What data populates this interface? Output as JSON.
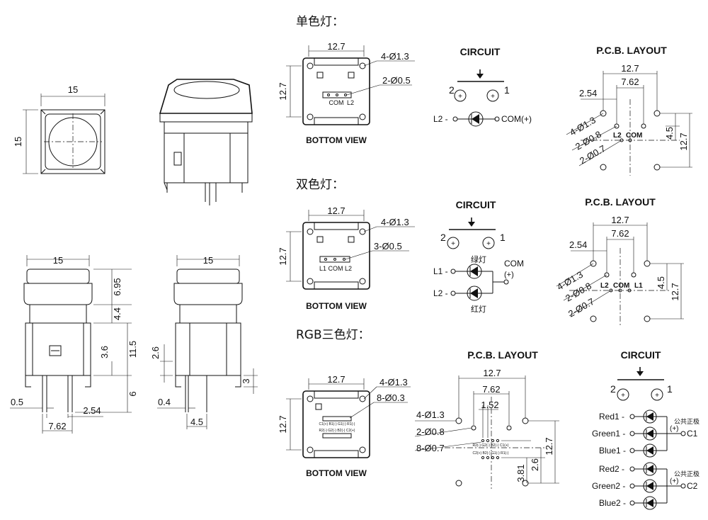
{
  "sections": {
    "single": "单色灯：",
    "dual": "双色灯：",
    "rgb": "RGB三色灯："
  },
  "front_view": {
    "width": "15",
    "height": "15"
  },
  "side_view_left": {
    "width": "15",
    "d1": "6.95",
    "d2": "4.4",
    "d3": "11.5",
    "d4": "3.6",
    "d5": "6",
    "d6": "0.5",
    "d7": "2.54",
    "d8": "7.62"
  },
  "side_view_right": {
    "width": "15",
    "d1": "2.6",
    "d2": "3",
    "d3": "0.4",
    "d4": "4.5"
  },
  "single_bottom": {
    "w": "12.7",
    "h": "12.7",
    "holes": "4-Ø1.3",
    "pins": "2-Ø0.5",
    "pin_labels": [
      "COM",
      "L2"
    ],
    "caption": "BOTTOM VIEW"
  },
  "dual_bottom": {
    "w": "12.7",
    "h": "12.7",
    "holes": "4-Ø1.3",
    "pins": "3-Ø0.5",
    "pin_labels": [
      "L1",
      "COM",
      "L2"
    ],
    "caption": "BOTTOM VIEW"
  },
  "rgb_bottom": {
    "w": "12.7",
    "h": "12.7",
    "holes": "4-Ø1.3",
    "pins": "8-Ø0.3",
    "pin_row1": "C1(+) B1(-) G1(-) R1(-)",
    "pin_row2": "R2(-) G2(-) B2(-) C2(+)",
    "caption": "BOTTOM VIEW"
  },
  "single_circuit": {
    "title": "CIRCUIT",
    "n2": "2",
    "n1": "1",
    "l2": "L2 -",
    "com": "COM(+)"
  },
  "dual_circuit": {
    "title": "CIRCUIT",
    "n2": "2",
    "n1": "1",
    "com": "COM",
    "plus": "(+)",
    "l1": "L1 -",
    "l2": "L2 -",
    "green": "绿灯",
    "red": "红灯"
  },
  "rgb_circuit": {
    "title": "CIRCUIT",
    "n2": "2",
    "n1": "1",
    "leds1": [
      "Red1 -",
      "Green1 -",
      "Blue1 -"
    ],
    "leds2": [
      "Red2 -",
      "Green2 -",
      "Blue2 -"
    ],
    "common": "公共正极",
    "plus": "(+)",
    "c1": "C1",
    "c2": "C2"
  },
  "single_pcb": {
    "title": "P.C.B. LAYOUT",
    "w": "12.7",
    "d1": "2.54",
    "d2": "7.62",
    "h1": "4-Ø1.3",
    "h2": "2-Ø0.8",
    "h3": "2-Ø0.7",
    "labels": [
      "L2",
      "COM"
    ],
    "v1": "4.5",
    "v2": "12.7"
  },
  "dual_pcb": {
    "title": "P.C.B. LAYOUT",
    "w": "12.7",
    "d1": "2.54",
    "d2": "7.62",
    "h1": "4-Ø1.3",
    "h2": "2-Ø0.8",
    "h3": "2-Ø0.7",
    "labels": [
      "L2",
      "COM",
      "L1"
    ],
    "v1": "4.5",
    "v2": "12.7"
  },
  "rgb_pcb": {
    "title": "P.C.B. LAYOUT",
    "w": "12.7",
    "d1": "7.62",
    "d2": "1.52",
    "h1": "4-Ø1.3",
    "h2": "2-Ø0.8",
    "h3": "8-Ø0.7",
    "row1": "R2(-) G2(-) B2(-) C1(+)",
    "row2": "C2(+) B2(-) G1(-) R1(-)",
    "v1": "12.7",
    "v2": "2.6",
    "v3": "3.81"
  }
}
